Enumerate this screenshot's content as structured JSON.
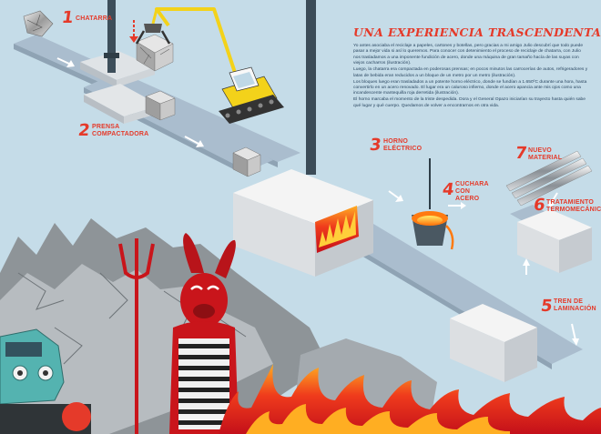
{
  "title": "Una experiencia trascendental",
  "story": [
    "Yo antes asociaba el reciclaje a papeles, cartones y botellas, pero gracias a mi amigo Julio descubrí que todo puede pasar a mejor vida si así lo queremos. Para conocer con detenimiento el proceso de reciclaje de chatarra, con Julio nos trasladamos a una imponente fundición de acero, donde una máquina de gran tamaño hacía de las suyas con viejos cacharros (ilustración).",
    "Luego, la chatarra era compactada en poderosas prensas; en pocos minutos las carrocerías de autos, refrigeradores y latas de bebida eran reducidos a un bloque de un metro por un metro (ilustración).",
    "Los bloques luego eran trasladados a un potente horno eléctrico, donde se fundían a 1.650ºC durante una hora, hasta convertirlo en un acero renovado. El lugar era un caluroso infierno, donde el acero apancia ante mis ojos como una incandescente mantequilla roja derretida (ilustración).",
    "El horno marcaba el momento de la triste despedida. Dora y el General Opazo iniciarían su trayecto hasta quién sabe qué lugar y qué cuerpo. Quedamos de volver a encontrarnos en otra vida."
  ],
  "steps": [
    {
      "number": "1",
      "label": "Chatarra"
    },
    {
      "number": "2",
      "label": "Prensa compactadora"
    },
    {
      "number": "3",
      "label": "Horno eléctrico"
    },
    {
      "number": "4",
      "label": "Cuchara con acero"
    },
    {
      "number": "5",
      "label": "Tren de laminación"
    },
    {
      "number": "6",
      "label": "Tratamiento termomecánico"
    },
    {
      "number": "7",
      "label": "Nuevo material"
    }
  ],
  "colors": {
    "background": "#c5dce8",
    "conveyor": "#a9bccd",
    "accent_red": "#e53a2a",
    "crane_yellow": "#f3d21a",
    "molten_orange": "#ff8a1e"
  }
}
